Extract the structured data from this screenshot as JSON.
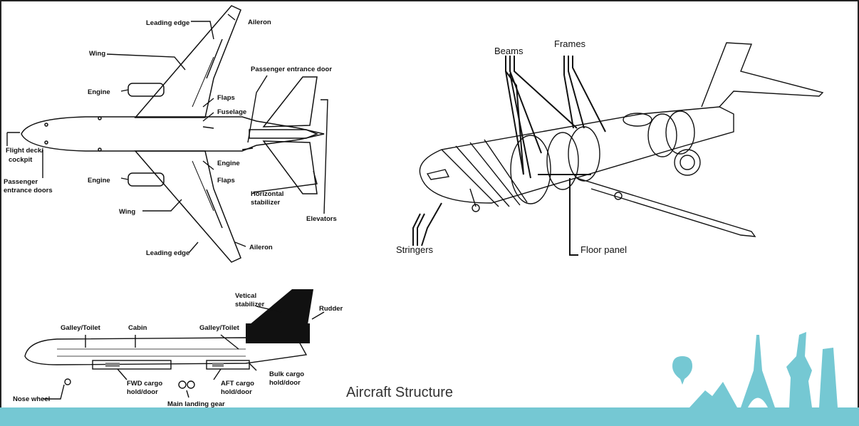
{
  "title": "Aircraft Structure",
  "colors": {
    "band": "#75c8d3",
    "landmark": "#75c8d3"
  },
  "top_view": {
    "labels": {
      "leading_edge_top": "Leading edge",
      "aileron_top": "Aileron",
      "wing_top": "Wing",
      "passenger_door": "Passenger entrance door",
      "engine_top": "Engine",
      "flaps_top": "Flaps",
      "fuselage": "Fuselage",
      "flight_deck_1": "Flight deck/",
      "flight_deck_2": "cockpit",
      "engine_tail": "Engine",
      "passenger_doors_1": "Passenger",
      "passenger_doors_2": "entrance doors",
      "engine_bottom": "Engine",
      "flaps_bottom": "Flaps",
      "horizontal_stab_1": "Horizontal",
      "horizontal_stab_2": "stabilizer",
      "elevators": "Elevators",
      "wing_bottom": "Wing",
      "leading_edge_bottom": "Leading edge",
      "aileron_bottom": "Aileron"
    }
  },
  "iso_view": {
    "labels": {
      "beams": "Beams",
      "frames": "Frames",
      "stringers": "Stringers",
      "floor_panel": "Floor panel"
    }
  },
  "side_view": {
    "labels": {
      "vertical_stab_1": "Vetical",
      "vertical_stab_2": "stabilizer",
      "rudder": "Rudder",
      "galley_left": "Galley/Toilet",
      "cabin": "Cabin",
      "galley_right": "Galley/Toilet",
      "bulk_cargo_1": "Bulk cargo",
      "bulk_cargo_2": "hold/door",
      "fwd_cargo_1": "FWD cargo",
      "fwd_cargo_2": "hold/door",
      "aft_cargo_1": "AFT cargo",
      "aft_cargo_2": "hold/door",
      "nose_wheel": "Nose wheel",
      "main_gear": "Main landing gear"
    }
  }
}
